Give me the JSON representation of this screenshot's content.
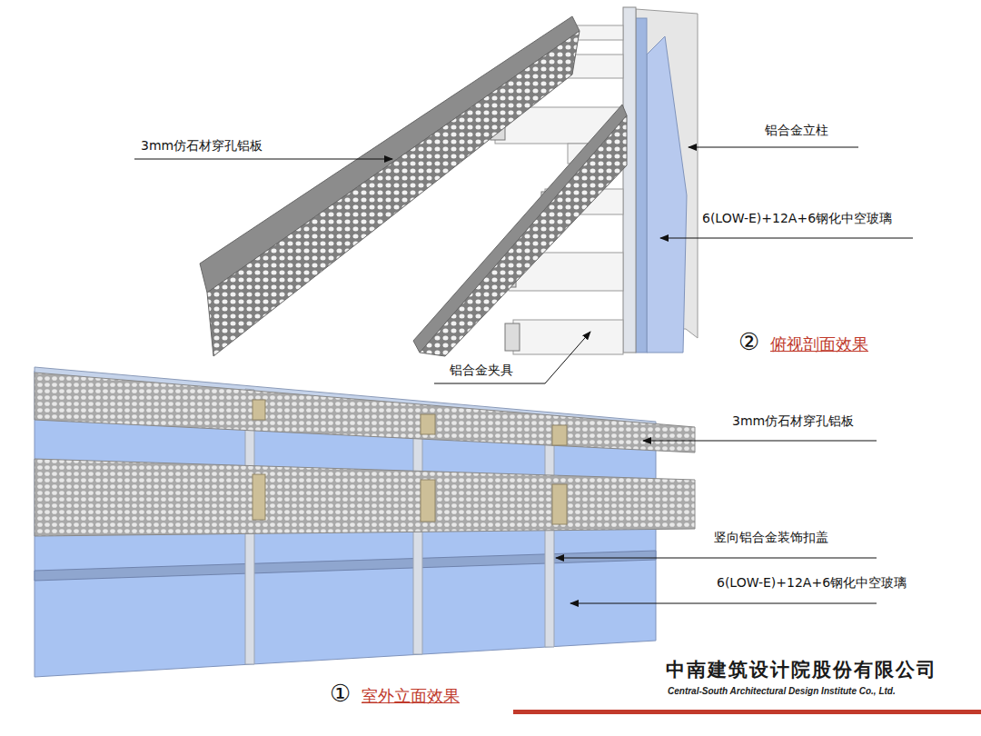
{
  "diagram": {
    "labels": [
      "3mm仿石材穿孔铝板",
      "铝合金立柱",
      "6(LOW-E)+12A+6钢化中空玻璃",
      "②",
      "俯视剖面效果",
      "铝合金夹具",
      "3mm仿石材穿孔铝板",
      "竖向铝合金装饰扣盖",
      "6(LOW-E)+12A+6钢化中空玻璃",
      "①",
      "室外立面效果",
      "中南建筑设计院股份有限公司",
      "Central-South Architectural Design Institute Co., Ltd."
    ]
  }
}
